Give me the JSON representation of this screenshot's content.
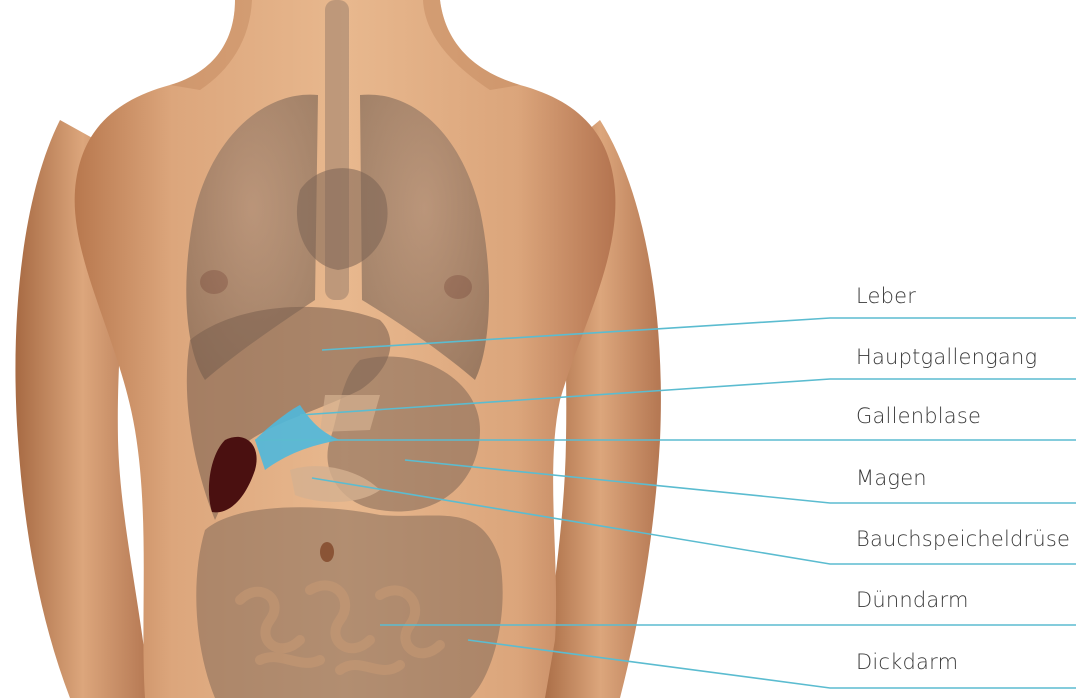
{
  "labels": [
    "Leber",
    "Hauptgallengang",
    "Gallenblase",
    "Magen",
    "Bauchspeicheldrüse",
    "Dünndarm",
    "Dickdarm"
  ],
  "colors": {
    "leader_line": "#5bbcd0",
    "skin": "#d9a37a",
    "organ_overlay": "#8a7060",
    "gallbladder": "#4a1010",
    "bile_duct": "#4fb8dc",
    "label_text": "#3a3a3a"
  }
}
